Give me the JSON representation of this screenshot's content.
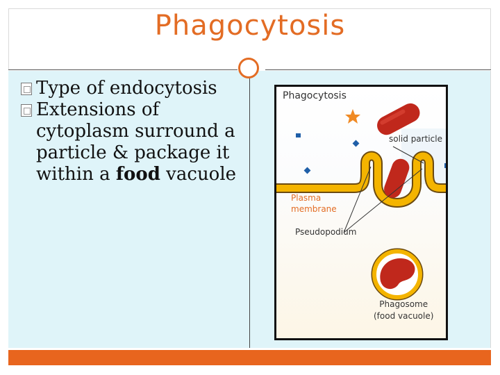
{
  "slide": {
    "title": "Phagocytosis",
    "bullets": [
      {
        "text": "Type of endocytosis"
      },
      {
        "text_before": "Extensions of cytoplasm surround a particle & package it within a ",
        "bold": "food",
        "text_after": " vacuole"
      }
    ]
  },
  "figure": {
    "title": "Phagocytosis",
    "solid_particle": "solid particle",
    "plasma_line1": "Plasma",
    "plasma_line2": "membrane",
    "pseudopodium": "Pseudopodium",
    "phagosome_line1": "Phagosome",
    "phagosome_line2": "(food vacuole)"
  },
  "colors": {
    "accent": "#e36c24",
    "content_background": "#dff4f9",
    "footer_bar": "#e8651e",
    "membrane": "#f4b400",
    "particle": "#c0281c",
    "small_particles": "#1f5fa8"
  }
}
